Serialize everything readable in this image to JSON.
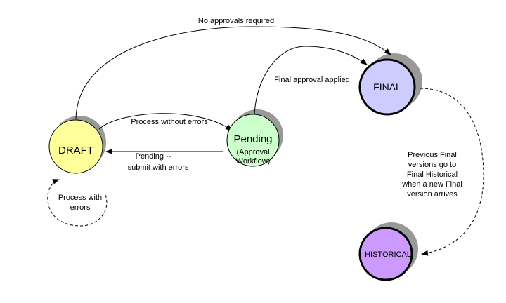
{
  "states": {
    "draft": {
      "label": "DRAFT",
      "color": "#ffff99"
    },
    "pending": {
      "label": "Pending",
      "sublabel_line1": "(Approval",
      "sublabel_line2": "Workflow)",
      "color": "#ccffcc"
    },
    "final": {
      "label": "FINAL",
      "color": "#ccccff"
    },
    "historical": {
      "label": "HISTORICAL",
      "color": "#cc99ff"
    }
  },
  "transitions": {
    "no_approvals": "No approvals required",
    "final_approval": "Final approval applied",
    "process_without_errors": "Process without errors",
    "pending_submit_line1": "Pending --",
    "pending_submit_line2": "submit with errors",
    "process_with_errors_line1": "Process with",
    "process_with_errors_line2": "errors",
    "previous_final_line1": "Previous Final",
    "previous_final_line2": "versions go to",
    "previous_final_line3": "Final Historical",
    "previous_final_line4": "when a new Final",
    "previous_final_line5": "version arrives"
  }
}
